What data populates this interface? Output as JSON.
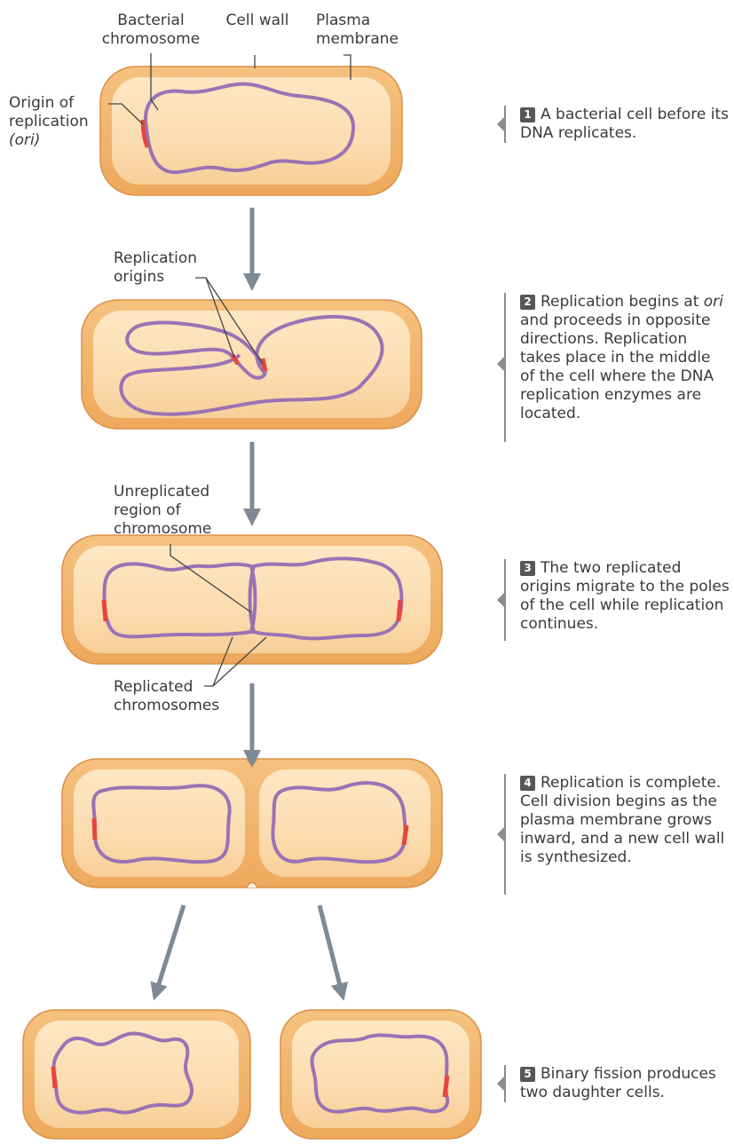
{
  "labels": {
    "bacterial_chromosome": "Bacterial\nchromosome",
    "cell_wall": "Cell wall",
    "plasma_membrane": "Plasma\nmembrane",
    "origin_of_replication": "Origin of\nreplication",
    "ori_abbrev": "(ori)",
    "replication_origins": "Replication\norigins",
    "unreplicated_region": "Unreplicated\nregion of\nchromosome",
    "replicated_chromosomes": "Replicated\nchromosomes"
  },
  "steps": [
    {
      "num": "1",
      "text": "A bacterial cell before its DNA replicates."
    },
    {
      "num": "2",
      "text_a": "Replication begins at ",
      "text_em": "ori",
      "text_b": " and proceeds in opposite directions. Replication takes place in the middle of the cell where the DNA replication enzymes are located."
    },
    {
      "num": "3",
      "text": "The two replicated origins migrate to the poles of the cell while replication continues."
    },
    {
      "num": "4",
      "text": "Replication is complete. Cell division begins as the plasma membrane grows inward, and a new cell wall is synthesized."
    },
    {
      "num": "5",
      "text": "Binary fission produces two daughter cells."
    }
  ],
  "colors": {
    "cell_wall": "#f2b46a",
    "cytoplasm": "#fde1b6",
    "dna": "#9a72b4",
    "origin": "#e6453f",
    "arrow": "#7e8a96",
    "leader": "#444444"
  }
}
